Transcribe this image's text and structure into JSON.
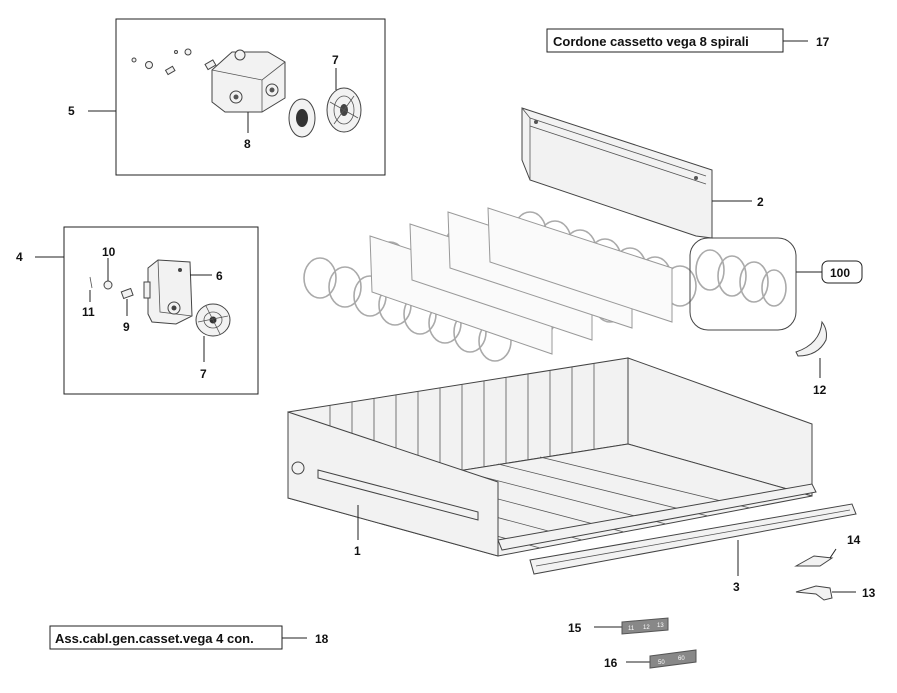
{
  "diagram": {
    "labels": {
      "cord_drawer_8_spirals": "Cordone cassetto vega 8 spirali",
      "general_wiring_assembly": "Ass.cabl.gen.casset.vega 4 con."
    },
    "callouts": {
      "c1": "1",
      "c2": "2",
      "c3": "3",
      "c4": "4",
      "c5": "5",
      "c6": "6",
      "c7a": "7",
      "c7b": "7",
      "c8": "8",
      "c9": "9",
      "c10": "10",
      "c11": "11",
      "c12": "12",
      "c13": "13",
      "c14": "14",
      "c15": "15",
      "c16": "16",
      "c17": "17",
      "c18": "18",
      "c100": "100"
    },
    "tag15": [
      "11",
      "12",
      "13"
    ],
    "tag16": [
      "50",
      "60"
    ]
  }
}
